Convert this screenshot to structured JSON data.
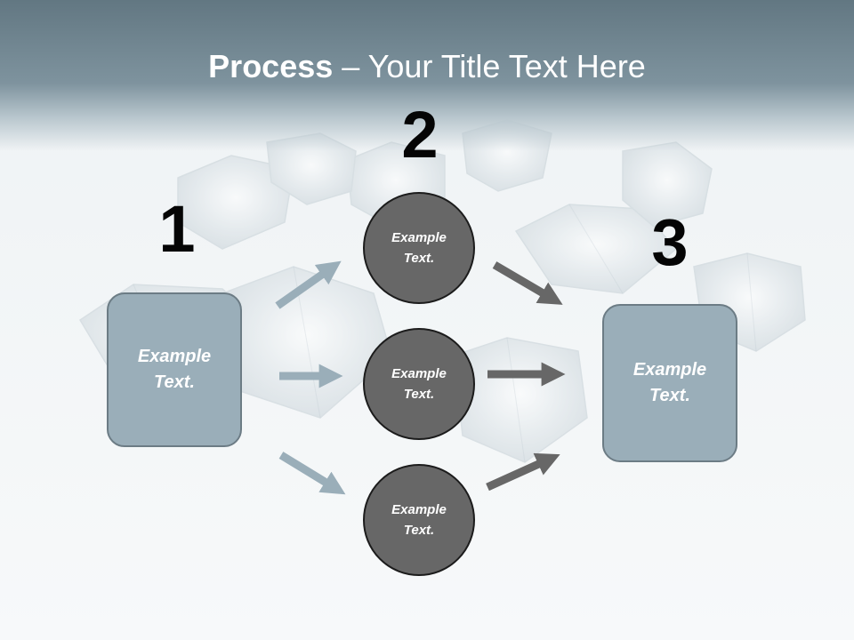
{
  "title": {
    "bold": "Process",
    "rest": " – Your Title Text Here"
  },
  "steps": {
    "one": {
      "number": "1",
      "text": "Example Text."
    },
    "two": {
      "number": "2",
      "texts": [
        "Example Text.",
        "Example Text.",
        "Example Text."
      ]
    },
    "three": {
      "number": "3",
      "text": "Example Text."
    }
  },
  "colors": {
    "box_fill": "#9aaeb9",
    "circle_fill": "#676767",
    "light_arrow": "#9aaeb9",
    "dark_arrow": "#676767"
  }
}
